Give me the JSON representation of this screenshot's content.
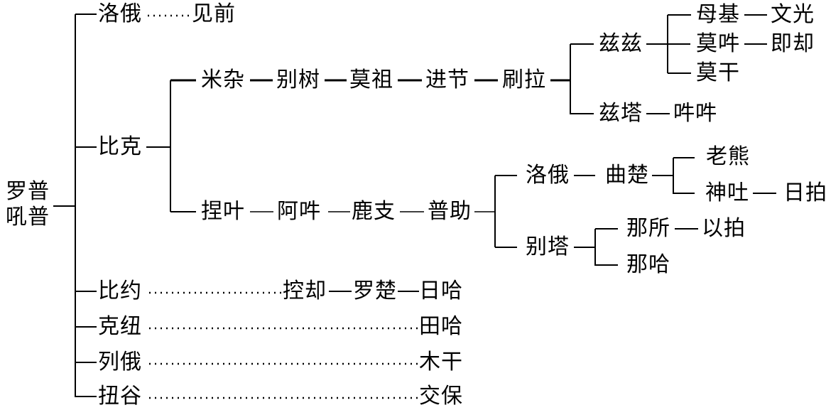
{
  "root": {
    "line1": "罗普",
    "line2": "吼普"
  },
  "nodes": {
    "luoe1": "洛俄",
    "jianqian": "见前",
    "bike": "比克",
    "mizа": "米杂",
    "bieshu": "别树",
    "mozu": "莫祖",
    "jinjie": "进节",
    "shuala": "刷拉",
    "zizi": "兹兹",
    "muji": "母基",
    "wenguang": "文光",
    "mohong": "莫吽",
    "jique": "即却",
    "mogan": "莫干",
    "zita": "兹塔",
    "honghong": "吽吽",
    "nieye": "捏叶",
    "ahong": "阿吽",
    "luzhi": "鹿支",
    "puzhu": "普助",
    "luoe2": "洛俄",
    "quchu": "曲楚",
    "laoxiong": "老熊",
    "shentu": "神吐",
    "ripai": "日拍",
    "bieta": "别塔",
    "nasuo": "那所",
    "yipai": "以拍",
    "naha": "那哈",
    "biyue": "比约",
    "kongque": "控却",
    "luochu": "罗楚",
    "riha": "日哈",
    "keniu": "克纽",
    "tianha": "田哈",
    "liee": "列俄",
    "mugan": "木干",
    "niugu": "扭谷",
    "jiaobao": "交保"
  },
  "colors": {
    "ink": "#000000",
    "background": "#ffffff"
  }
}
